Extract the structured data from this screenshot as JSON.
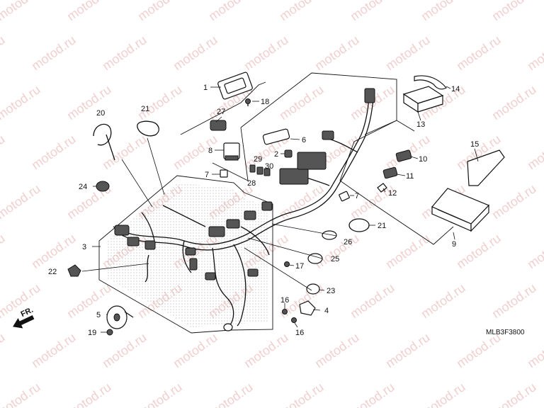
{
  "watermark": {
    "text": "motod.ru",
    "color": "#e7a9a9"
  },
  "diagram_code": "MLB3F3800",
  "front_marker": {
    "label": "FR."
  },
  "callouts": [
    {
      "id": "c1",
      "label": "1"
    },
    {
      "id": "c2",
      "label": "2"
    },
    {
      "id": "c3",
      "label": "3"
    },
    {
      "id": "c4",
      "label": "4"
    },
    {
      "id": "c5",
      "label": "5"
    },
    {
      "id": "c6",
      "label": "6"
    },
    {
      "id": "c7a",
      "label": "7"
    },
    {
      "id": "c7b",
      "label": "7"
    },
    {
      "id": "c8",
      "label": "8"
    },
    {
      "id": "c9",
      "label": "9"
    },
    {
      "id": "c10",
      "label": "10"
    },
    {
      "id": "c11",
      "label": "11"
    },
    {
      "id": "c12",
      "label": "12"
    },
    {
      "id": "c13",
      "label": "13"
    },
    {
      "id": "c14",
      "label": "14"
    },
    {
      "id": "c15",
      "label": "15"
    },
    {
      "id": "c16a",
      "label": "16"
    },
    {
      "id": "c16b",
      "label": "16"
    },
    {
      "id": "c17",
      "label": "17"
    },
    {
      "id": "c18",
      "label": "18"
    },
    {
      "id": "c19",
      "label": "19"
    },
    {
      "id": "c20",
      "label": "20"
    },
    {
      "id": "c21a",
      "label": "21"
    },
    {
      "id": "c21b",
      "label": "21"
    },
    {
      "id": "c22",
      "label": "22"
    },
    {
      "id": "c23",
      "label": "23"
    },
    {
      "id": "c24",
      "label": "24"
    },
    {
      "id": "c25",
      "label": "25"
    },
    {
      "id": "c26",
      "label": "26"
    },
    {
      "id": "c27",
      "label": "27"
    },
    {
      "id": "c28",
      "label": "28"
    },
    {
      "id": "c29",
      "label": "29"
    },
    {
      "id": "c30",
      "label": "30"
    }
  ]
}
